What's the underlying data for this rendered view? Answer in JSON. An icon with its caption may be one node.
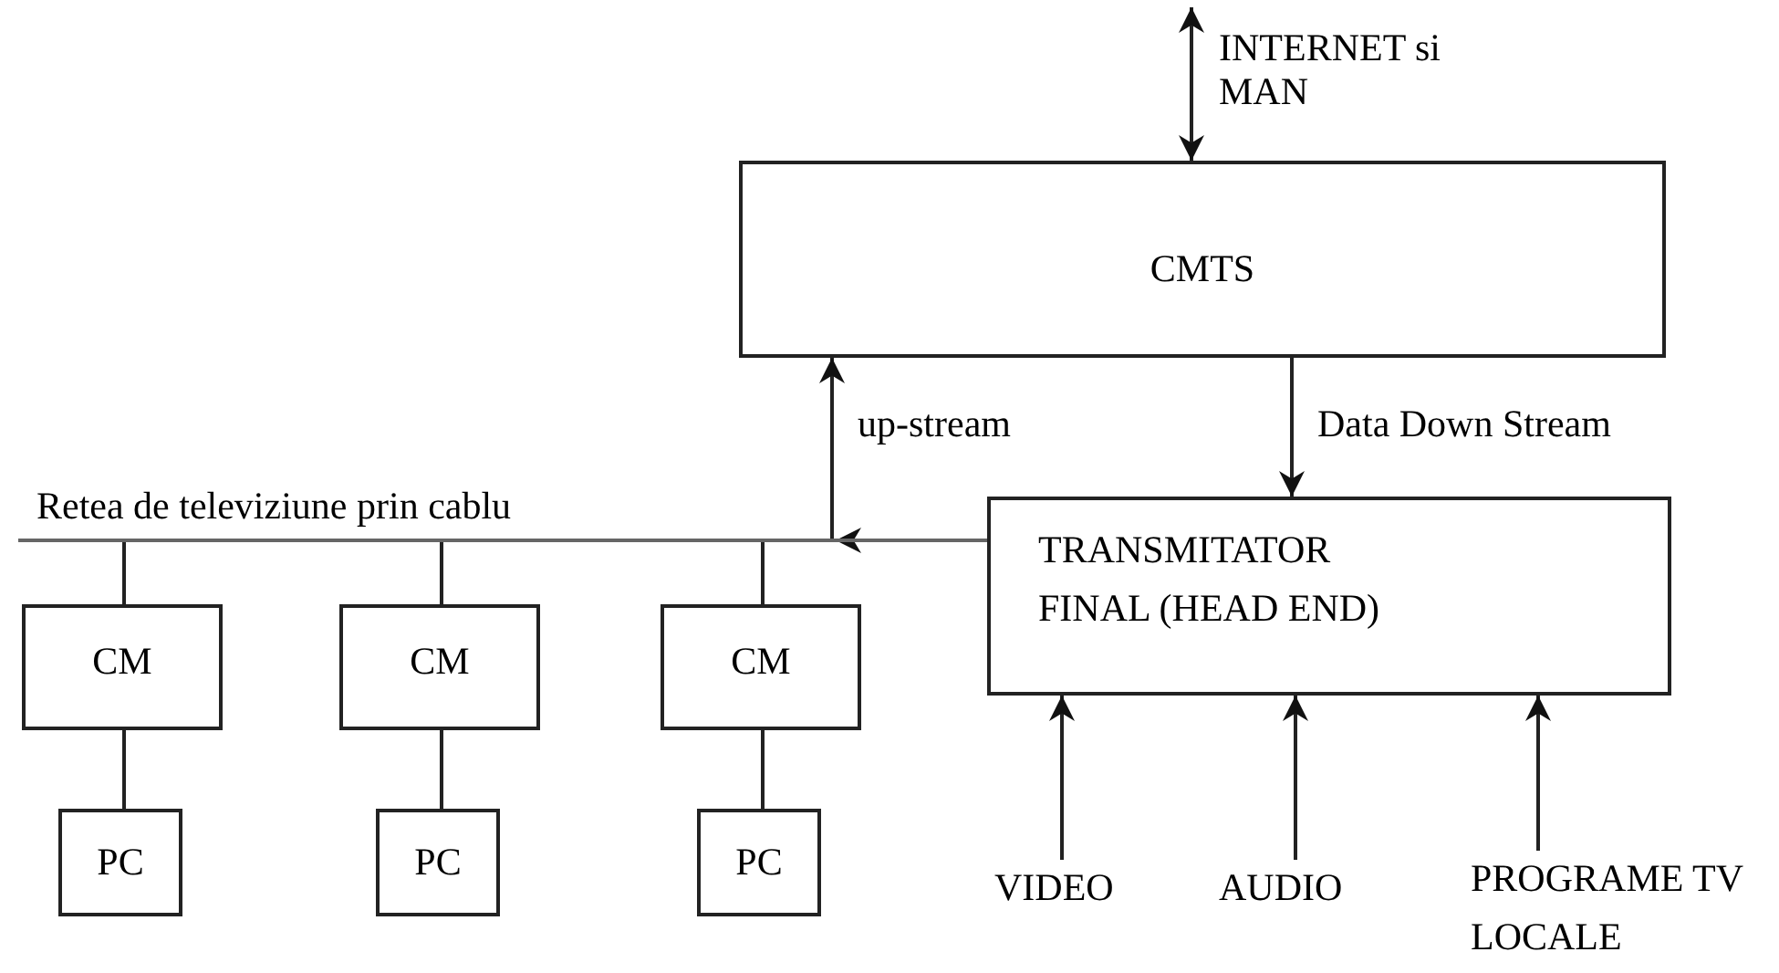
{
  "diagram": {
    "nodes": [
      {
        "text": [
          "CMTS"
        ]
      },
      {
        "text": [
          "Retea de televiziune prin cablu"
        ]
      },
      {
        "text": [
          "TRANSMITATOR FINAL (HEAD END)"
        ]
      },
      {
        "text": [
          "CM"
        ]
      },
      {
        "text": [
          "CM"
        ]
      },
      {
        "text": [
          "CM"
        ]
      },
      {
        "text": [
          "PC"
        ]
      },
      {
        "text": [
          "PC"
        ]
      },
      {
        "text": [
          "PC"
        ]
      },
      {
        "text": [
          "VIDEO"
        ]
      },
      {
        "text": [
          "AUDIO"
        ]
      },
      {
        "text": [
          "PROGRAME TV LOCALE"
        ]
      }
    ],
    "edges": [
      {
        "from": null,
        "to": 0,
        "arrow": "both",
        "label": "INTERNET si MAN"
      },
      {
        "from": 1,
        "to": 0,
        "arrow": "to",
        "label": "up-stream"
      },
      {
        "from": 0,
        "to": 2,
        "arrow": "to",
        "label": "Data Down Stream"
      },
      {
        "from": 2,
        "to": 1,
        "arrow": "to"
      },
      {
        "from": 1,
        "to": 3,
        "arrow": "none"
      },
      {
        "from": 1,
        "to": 4,
        "arrow": "none"
      },
      {
        "from": 1,
        "to": 5,
        "arrow": "none"
      },
      {
        "from": 3,
        "to": 6,
        "arrow": "none"
      },
      {
        "from": 4,
        "to": 7,
        "arrow": "none"
      },
      {
        "from": 5,
        "to": 8,
        "arrow": "none"
      },
      {
        "from": 9,
        "to": 2,
        "arrow": "to"
      },
      {
        "from": 10,
        "to": 2,
        "arrow": "to"
      },
      {
        "from": 11,
        "to": 2,
        "arrow": "to"
      }
    ]
  }
}
